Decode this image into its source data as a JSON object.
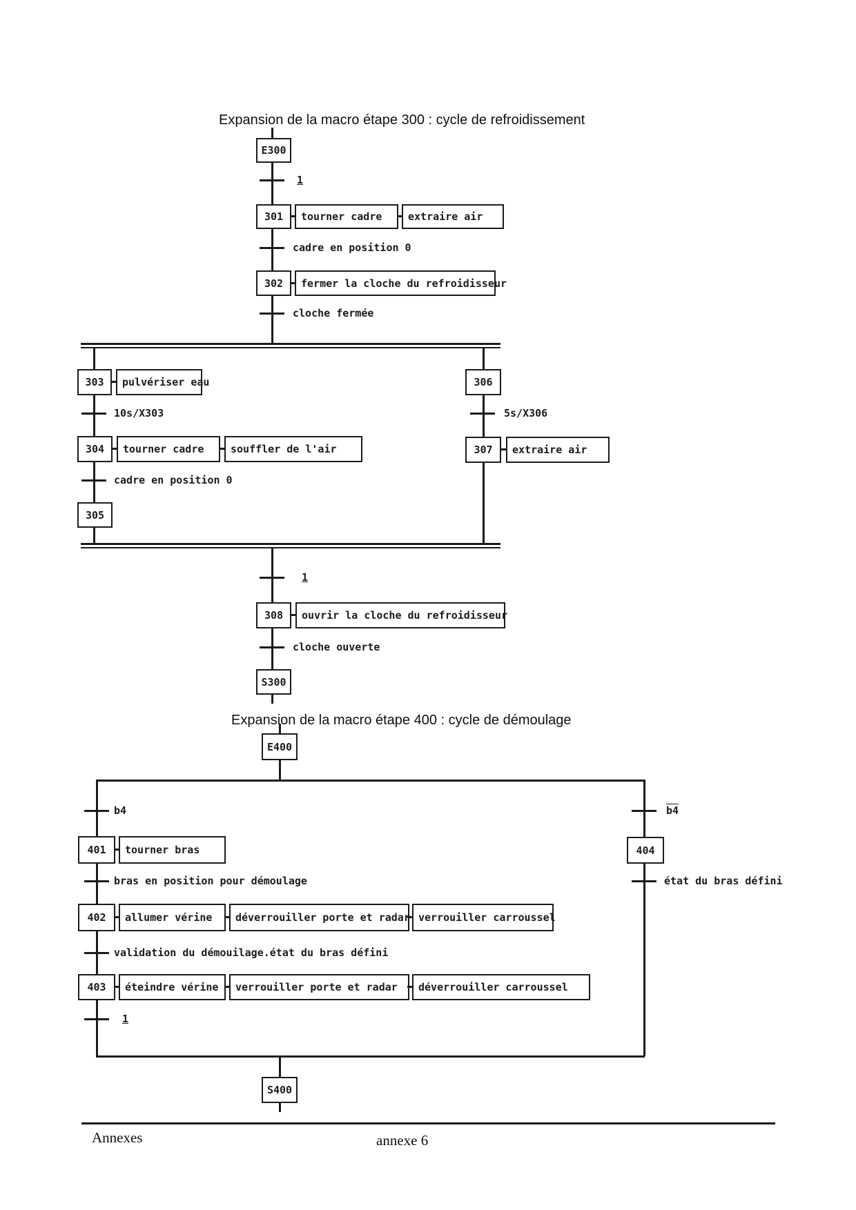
{
  "titles": {
    "macro300": "Expansion de la macro étape 300 : cycle de refroidissement",
    "macro400": "Expansion de la macro étape 400 : cycle de démoulage"
  },
  "g300": {
    "entry": "E300",
    "exit": "S300",
    "steps": {
      "s301": "301",
      "s302": "302",
      "s303": "303",
      "s304": "304",
      "s305": "305",
      "s306": "306",
      "s307": "307",
      "s308": "308"
    },
    "actions": {
      "a301a": "tourner cadre",
      "a301b": "extraire air",
      "a302": "fermer la cloche du refroidisseur",
      "a303": "pulvériser eau",
      "a304a": "tourner cadre",
      "a304b": "souffler de l'air",
      "a307": "extraire air",
      "a308": "ouvrir la cloche du refroidisseur"
    },
    "transitions": {
      "t1": "1",
      "t2": "cadre en position 0",
      "t3": "cloche fermée",
      "t4": "10s/X303",
      "t5": "cadre en position 0",
      "t6": "5s/X306",
      "t7": "1",
      "t8": "cloche ouverte"
    }
  },
  "g400": {
    "entry": "E400",
    "exit": "S400",
    "steps": {
      "s401": "401",
      "s402": "402",
      "s403": "403",
      "s404": "404"
    },
    "actions": {
      "a401": "tourner bras",
      "a402a": "allumer vérine",
      "a402b": "déverrouiller porte et radar",
      "a402c": "verrouiller carroussel",
      "a403a": "éteindre vérine",
      "a403b": "verrouiller porte et radar",
      "a403c": "déverrouiller carroussel"
    },
    "transitions": {
      "tb4": "b4",
      "tb4bar": "b4",
      "tbras": "bras en position pour démoulage",
      "tvalid": "validation du démouilage.état du bras défini",
      "t1": "1",
      "tetat": "état du bras défini"
    }
  },
  "footer": {
    "left": "Annexes",
    "center": "annexe 6"
  }
}
